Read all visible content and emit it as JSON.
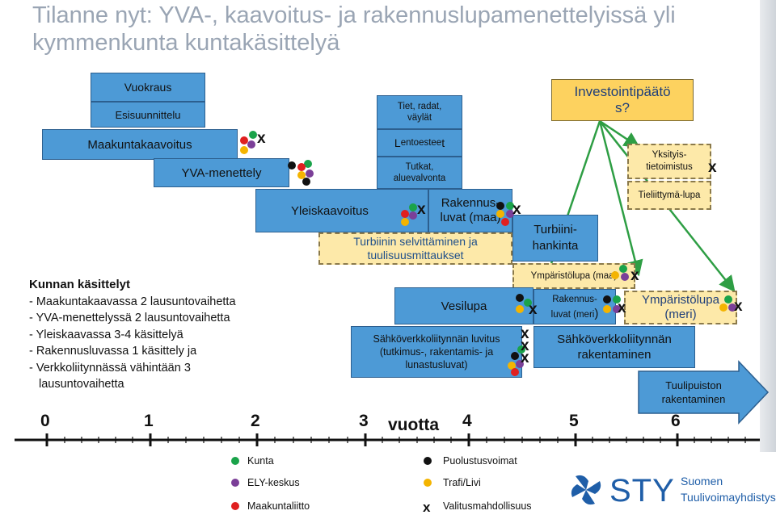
{
  "title_line1": "Tilanne nyt: YVA-, kaavoitus- ja rakennuslupamenettelyissä yli",
  "title_line2": "kymmenkunta kuntakäsittelyä",
  "boxes": {
    "vuokraus": "Vuokraus",
    "esisuunnittelu": "Esisuunnittelu",
    "maakuntakaavoitus": "Maakuntakaavoitus",
    "yva": "YVA-menettely",
    "yleiskaavoitus": "Yleiskaavoitus",
    "tiet_1": "Tiet, radat,",
    "tiet_2": "väylät",
    "lentoesteet_L": "L",
    "lentoesteet_rest": "entoestee",
    "lentoesteet_end": "t",
    "tutkat_1": "Tutkat,",
    "tutkat_2": "aluevalvonta",
    "rakennusluvat_1": "Rakennus-",
    "rakennusluvat_2": "luvat (maa)",
    "turbiinin_1": "Turbiinin selvittäminen ja",
    "turbiinin_2": "tuulisuusmittaukset",
    "investointi_1": "Investointipäätö",
    "investointi_2": "s?",
    "turbiinihankinta_1": "Turbiini-",
    "turbiinihankinta_2": "hankinta",
    "yksityis_1": "Yksityis-",
    "yksityis_2": "tietoimistus",
    "tieliittyma": "Tieliittymä-lupa",
    "ymparistolupa_maa": "Ympäristölupa (maa)",
    "vesilupa": "Vesilupa",
    "rakennusluvat_meri_1": "Rakennus-",
    "rakennusluvat_meri_2": "luvat (meri",
    "rakennusluvat_meri_3": ")",
    "ymparistolupa_meri_1": "Ympäristölupa",
    "ymparistolupa_meri_2": "(meri)",
    "sahko_luvitus_1": "Sähköverkkoliitynnän luvitus",
    "sahko_luvitus_2": "(tutkimus-, rakentamis- ja",
    "sahko_luvitus_3": "lunastusluvat)",
    "sahko_rak_1": "Sähköverkkoliitynnän",
    "sahko_rak_2": "rakentaminen",
    "tuulipuisto_1": "Tuulipuiston",
    "tuulipuisto_2": "rakentaminen"
  },
  "kunnan": {
    "heading": "Kunnan käsittelyt",
    "items": [
      "- Maakuntakaavassa 2 lausuntovaihetta",
      "- YVA-menettelyssä 2 lausuntovaihetta",
      "- Yleiskaavassa 3-4 käsittelyä",
      "- Rakennusluvassa 1 käsittely ja",
      "-  Verkkoliitynnässä vähintään 3",
      "   lausuntovaihetta"
    ]
  },
  "axis": {
    "ticks": [
      "0",
      "1",
      "2",
      "3",
      "4",
      "5",
      "6"
    ],
    "label": "vuotta"
  },
  "x_symbol": "x",
  "legend": {
    "kunta": "Kunta",
    "ely": "ELY-keskus",
    "maakuntaliitto": "Maakuntaliitto",
    "puolustusvoimat": "Puolustusvoimat",
    "trafi": "Trafi/Livi",
    "valitus": "Valitusmahdollisuus"
  },
  "logo": {
    "brand": "STY",
    "line1": "Suomen",
    "line2": "Tuulivoimayhdistys ry"
  },
  "colors": {
    "kunta": "#1aa34a",
    "ely": "#7b3f98",
    "maakuntaliitto": "#e02020",
    "puolustusvoimat": "#111111",
    "trafi": "#f4b400",
    "bar_blue": "#4d9ad6",
    "bar_yellow": "#fde9a9",
    "arrow": "#2e9e44",
    "title": "#9aa5b4",
    "logo_blue": "#1f5ea8"
  }
}
